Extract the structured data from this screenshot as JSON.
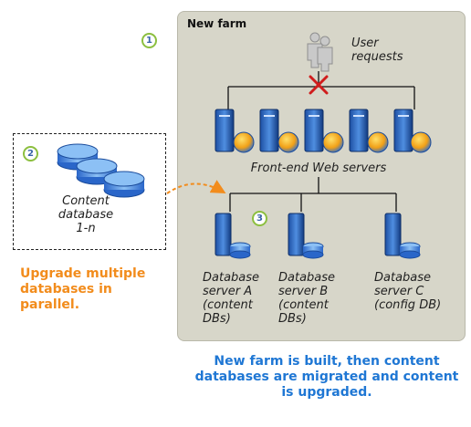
{
  "farm": {
    "title": "New farm"
  },
  "steps": [
    "1",
    "2",
    "3"
  ],
  "user_requests": "User requests",
  "front_end": "Front-end Web servers",
  "content_db": "Content database 1-n",
  "db_servers": [
    {
      "label": "Database server A (content DBs)"
    },
    {
      "label": "Database server B (content DBs)"
    },
    {
      "label": "Database server C (config DB)"
    }
  ],
  "notes": {
    "upgrade_parallel": "Upgrade multiple databases in parallel.",
    "farm_built": "New farm is built, then content databases are migrated and content is upgraded."
  },
  "colors": {
    "farm_bg": "#d7d6c9",
    "step_ring": "#8cbf3f",
    "orange": "#f28c1c",
    "blue": "#1f77d4",
    "block_x": "#d01c1c"
  },
  "icons": [
    "users-icon",
    "blocked-x-icon",
    "web-server-icon",
    "globe-icon",
    "database-server-icon",
    "database-icon",
    "curved-arrow-icon"
  ]
}
